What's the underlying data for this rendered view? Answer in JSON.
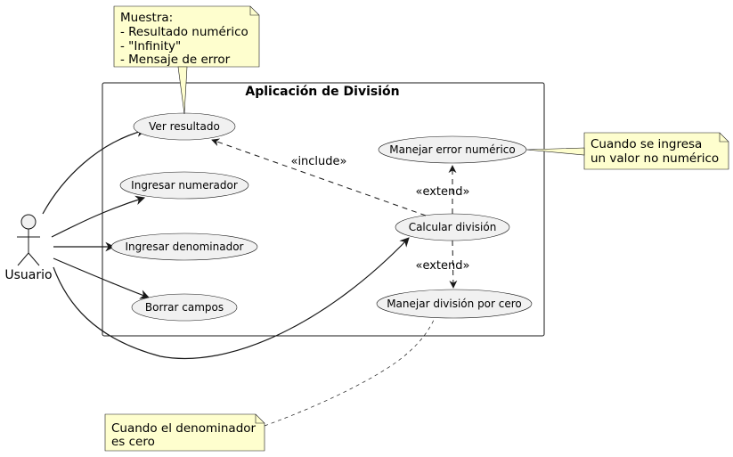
{
  "system": {
    "title": "Aplicación de División"
  },
  "actor": {
    "name": "Usuario"
  },
  "use_cases": {
    "ver_resultado": "Ver resultado",
    "ingresar_numerador": "Ingresar numerador",
    "ingresar_denominador": "Ingresar denominador",
    "borrar_campos": "Borrar campos",
    "calcular_division": "Calcular división",
    "manejar_error_numerico": "Manejar error numérico",
    "manejar_division_cero": "Manejar división por cero"
  },
  "relations": {
    "include": "«include»",
    "extend_error": "«extend»",
    "extend_cero": "«extend»"
  },
  "notes": {
    "muestra": [
      "Muestra:",
      "- Resultado numérico",
      "- \"Infinity\"",
      "- Mensaje de error"
    ],
    "no_numerico": [
      "Cuando se ingresa",
      "un valor no numérico"
    ],
    "denominador_cero": [
      "Cuando el denominador",
      "es cero"
    ]
  }
}
